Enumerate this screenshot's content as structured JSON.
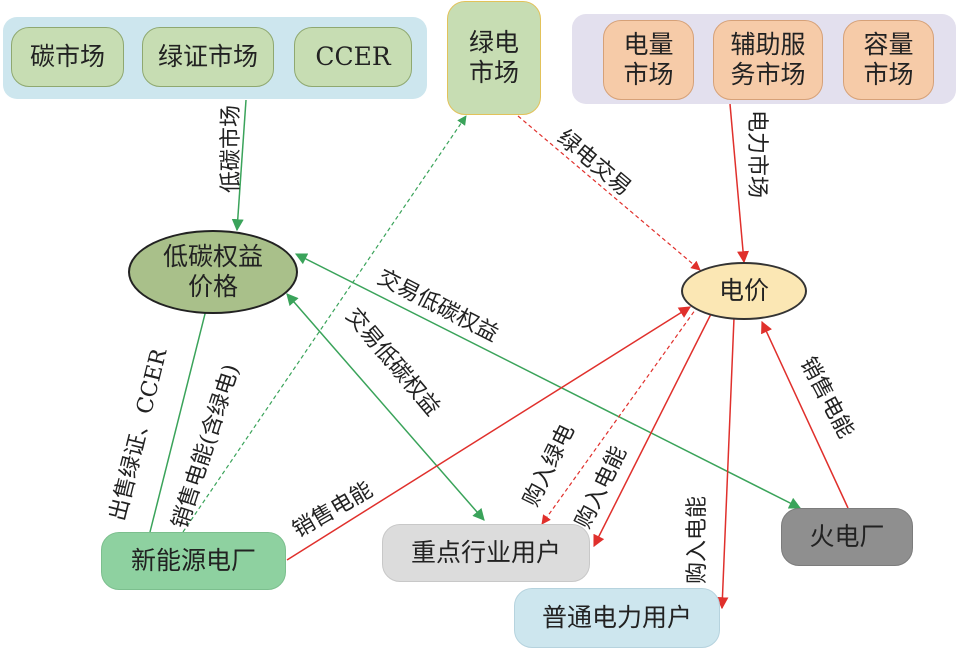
{
  "colors": {
    "green_edge": "#3aa35a",
    "red_edge": "#e0302c",
    "carbon_group_bg": "#cde6ee",
    "power_group_bg": "#e3e0ee"
  },
  "nodes": {
    "carbon_market": "碳市场",
    "green_cert_market": "绿证市场",
    "ccer": "CCER",
    "green_power_market_1": "绿电",
    "green_power_market_2": "市场",
    "energy_market_1": "电量",
    "energy_market_2": "市场",
    "ancillary_market_1": "辅助服",
    "ancillary_market_2": "务市场",
    "capacity_market_1": "容量",
    "capacity_market_2": "市场",
    "low_carbon_price_1": "低碳权益",
    "low_carbon_price_2": "价格",
    "electricity_price": "电价",
    "new_energy_plant": "新能源电厂",
    "key_industry_users": "重点行业用户",
    "thermal_plant": "火电厂",
    "ordinary_users": "普通电力用户"
  },
  "edge_labels": {
    "low_carbon_market": "低碳市场",
    "green_power_trade": "绿电交易",
    "power_market": "电力市场",
    "trade_rights_1": "交易低碳权益",
    "trade_rights_2": "交易低碳权益",
    "sell_cert_ccer": "出售绿证、CCER",
    "sell_power_green": "销售电能(含绿电)",
    "sell_power_new": "销售电能",
    "buy_green_power": "购入绿电",
    "buy_power_key": "购入电能",
    "buy_power_ordinary": "购入电能",
    "sell_power_thermal": "销售电能"
  }
}
